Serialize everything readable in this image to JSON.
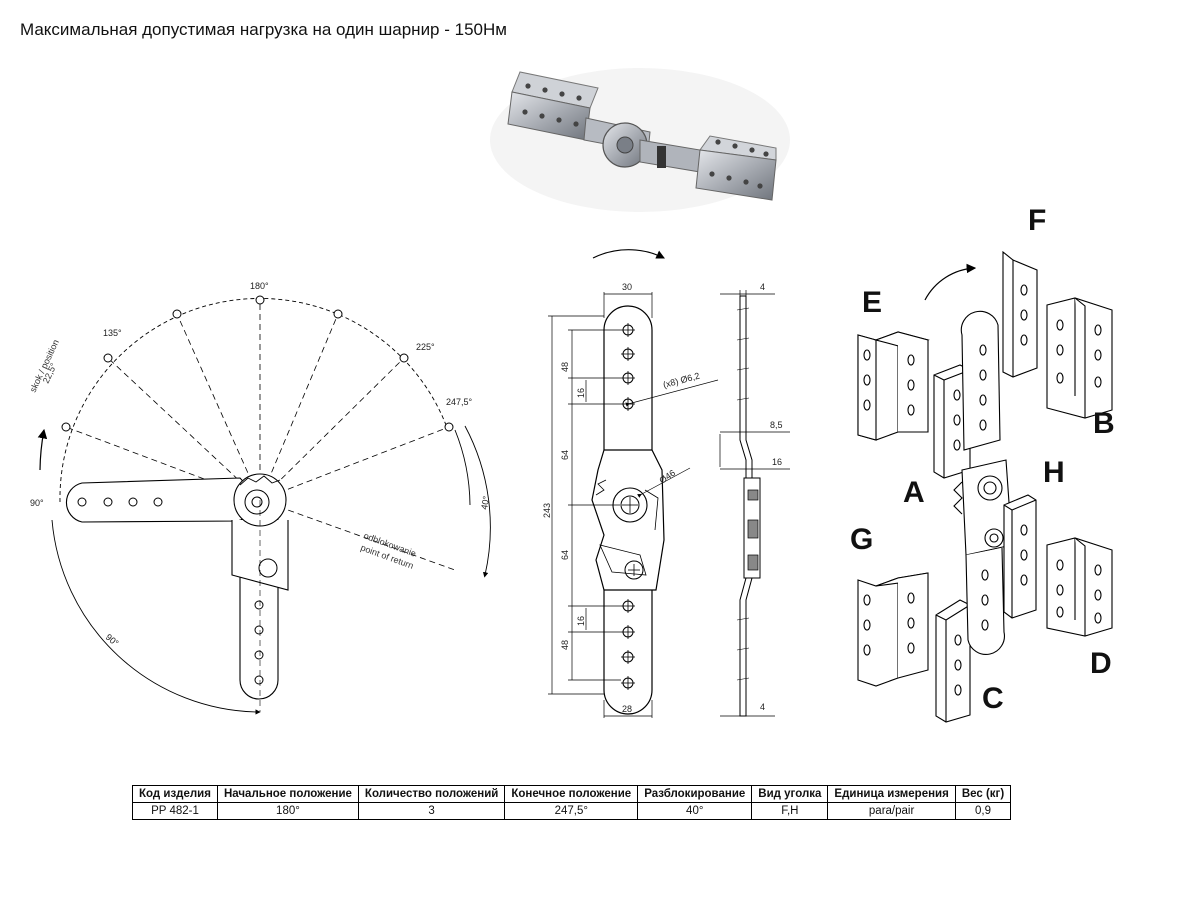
{
  "title": "Максимальная допустимая нагрузка на один шарнир - 150Нм",
  "radial": {
    "angles": {
      "a90": "90°",
      "a135": "135°",
      "a180": "180°",
      "a225": "225°",
      "a2475": "247,5°",
      "unlock": "40°",
      "sweep": "90°"
    },
    "skok_line1": "skok / position",
    "skok_line2": "22,5°",
    "odblok_line1": "odblokowanie",
    "odblok_line2": "point of return"
  },
  "front": {
    "width_top": "30",
    "width_bottom": "28",
    "d48a": "48",
    "d16a": "16",
    "d64a": "64",
    "total": "243",
    "d64b": "64",
    "d16b": "16",
    "d48b": "48",
    "holes": "(x8) Ø6,2",
    "pivot": "Ø46"
  },
  "side": {
    "t_top": "4",
    "offset": "8,5",
    "w16": "16",
    "t_bottom": "4"
  },
  "letters": {
    "A": "A",
    "B": "B",
    "C": "C",
    "D": "D",
    "E": "E",
    "F": "F",
    "G": "G",
    "H": "H"
  },
  "table": {
    "headers": [
      "Код изделия",
      "Начальное положение",
      "Количество положений",
      "Конечное положение",
      "Разблокирование",
      "Вид уголка",
      "Единица измерения",
      "Вес (кг)"
    ],
    "rows": [
      [
        "PP 482-1",
        "180°",
        "3",
        "247,5°",
        "40°",
        "F,H",
        "para/pair",
        "0,9"
      ]
    ]
  }
}
